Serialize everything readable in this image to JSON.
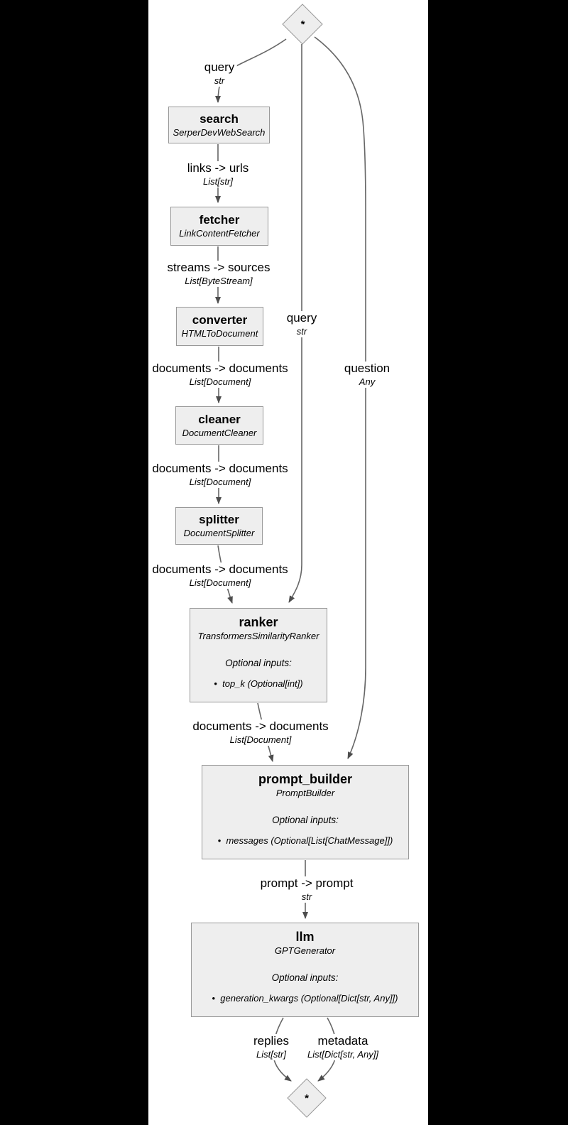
{
  "colors": {
    "page_bg": "#000000",
    "canvas_bg": "#ffffff",
    "node_fill": "#eeeeee",
    "node_border": "#999999",
    "edge_stroke": "#666666",
    "arrow_fill": "#4d4d4d",
    "text": "#000000"
  },
  "terminals": {
    "start": "*",
    "end": "*"
  },
  "nodes": {
    "search": {
      "title": "search",
      "class_name": "SerperDevWebSearch"
    },
    "fetcher": {
      "title": "fetcher",
      "class_name": "LinkContentFetcher"
    },
    "converter": {
      "title": "converter",
      "class_name": "HTMLToDocument"
    },
    "cleaner": {
      "title": "cleaner",
      "class_name": "DocumentCleaner"
    },
    "splitter": {
      "title": "splitter",
      "class_name": "DocumentSplitter"
    },
    "ranker": {
      "title": "ranker",
      "class_name": "TransformersSimilarityRanker",
      "optional_inputs_heading": "Optional inputs:",
      "optional_inputs": [
        "top_k (Optional[int])"
      ]
    },
    "prompt_builder": {
      "title": "prompt_builder",
      "class_name": "PromptBuilder",
      "optional_inputs_heading": "Optional inputs:",
      "optional_inputs": [
        "messages (Optional[List[ChatMessage]])"
      ]
    },
    "llm": {
      "title": "llm",
      "class_name": "GPTGenerator",
      "optional_inputs_heading": "Optional inputs:",
      "optional_inputs": [
        "generation_kwargs (Optional[Dict[str, Any]])"
      ]
    }
  },
  "edge_labels": {
    "query_in": {
      "name": "query",
      "type": "str"
    },
    "links_urls": {
      "name": "links -> urls",
      "type": "List[str]"
    },
    "streams_sources": {
      "name": "streams -> sources",
      "type": "List[ByteStream]"
    },
    "documents_1": {
      "name": "documents -> documents",
      "type": "List[Document]"
    },
    "query_mid": {
      "name": "query",
      "type": "str"
    },
    "question": {
      "name": "question",
      "type": "Any"
    },
    "documents_2": {
      "name": "documents -> documents",
      "type": "List[Document]"
    },
    "documents_3": {
      "name": "documents -> documents",
      "type": "List[Document]"
    },
    "documents_4": {
      "name": "documents -> documents",
      "type": "List[Document]"
    },
    "prompt": {
      "name": "prompt -> prompt",
      "type": "str"
    },
    "replies": {
      "name": "replies",
      "type": "List[str]"
    },
    "metadata": {
      "name": "metadata",
      "type": "List[Dict[str, Any]]"
    }
  }
}
